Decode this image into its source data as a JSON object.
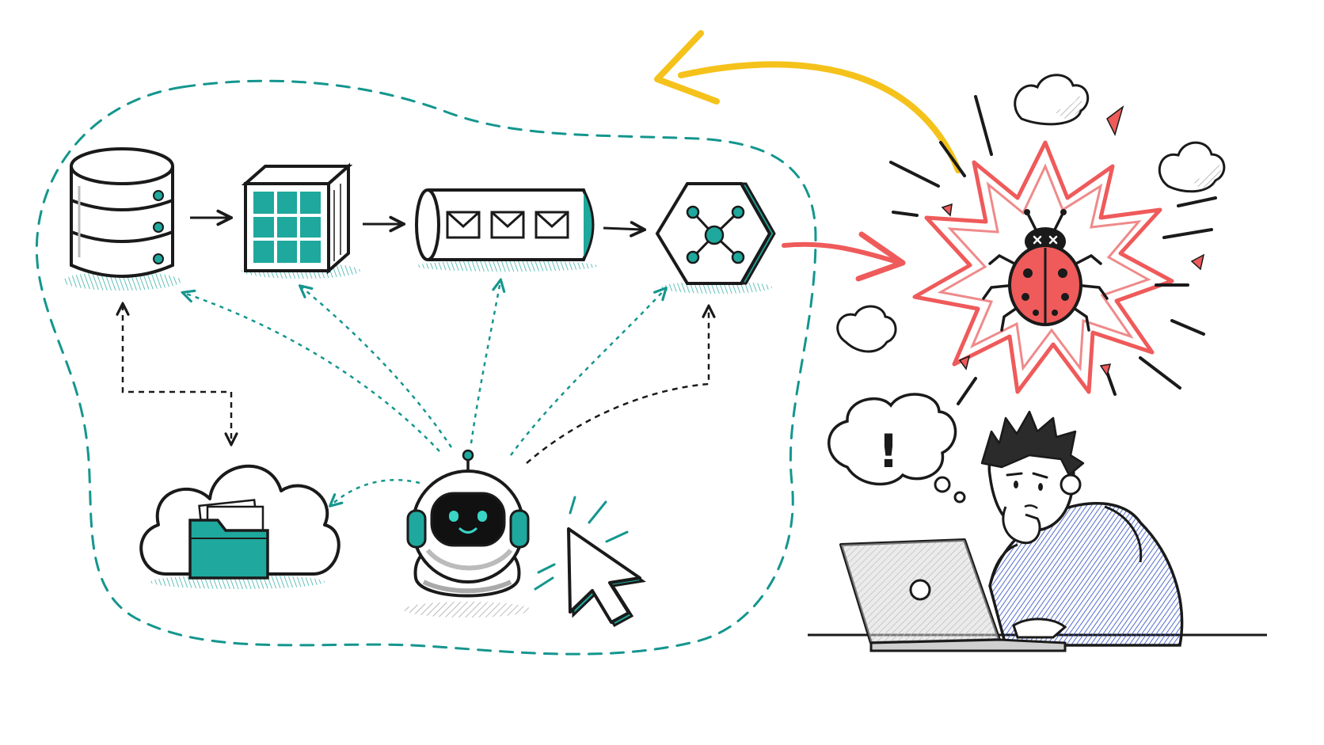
{
  "diagram": {
    "colors": {
      "ink": "#1a1a1a",
      "teal": "#14968e",
      "teal_fill": "#1fa89d",
      "red": "#ef5a5a",
      "yellow": "#f5c21b",
      "blue": "#3b5fd6",
      "gray": "#bdbdbd",
      "paper": "#ffffff"
    },
    "nodes": [
      {
        "id": "database",
        "icon": "database-icon"
      },
      {
        "id": "cache",
        "icon": "grid-cube-icon"
      },
      {
        "id": "queue",
        "icon": "message-queue-icon"
      },
      {
        "id": "service",
        "icon": "hexagon-network-icon"
      },
      {
        "id": "storage",
        "icon": "cloud-folder-icon"
      },
      {
        "id": "agent",
        "icon": "robot-icon"
      },
      {
        "id": "cursor",
        "icon": "cursor-icon"
      },
      {
        "id": "bug",
        "icon": "bug-explosion-icon"
      },
      {
        "id": "developer",
        "icon": "developer-laptop-icon"
      }
    ],
    "thought_symbol": "!"
  }
}
